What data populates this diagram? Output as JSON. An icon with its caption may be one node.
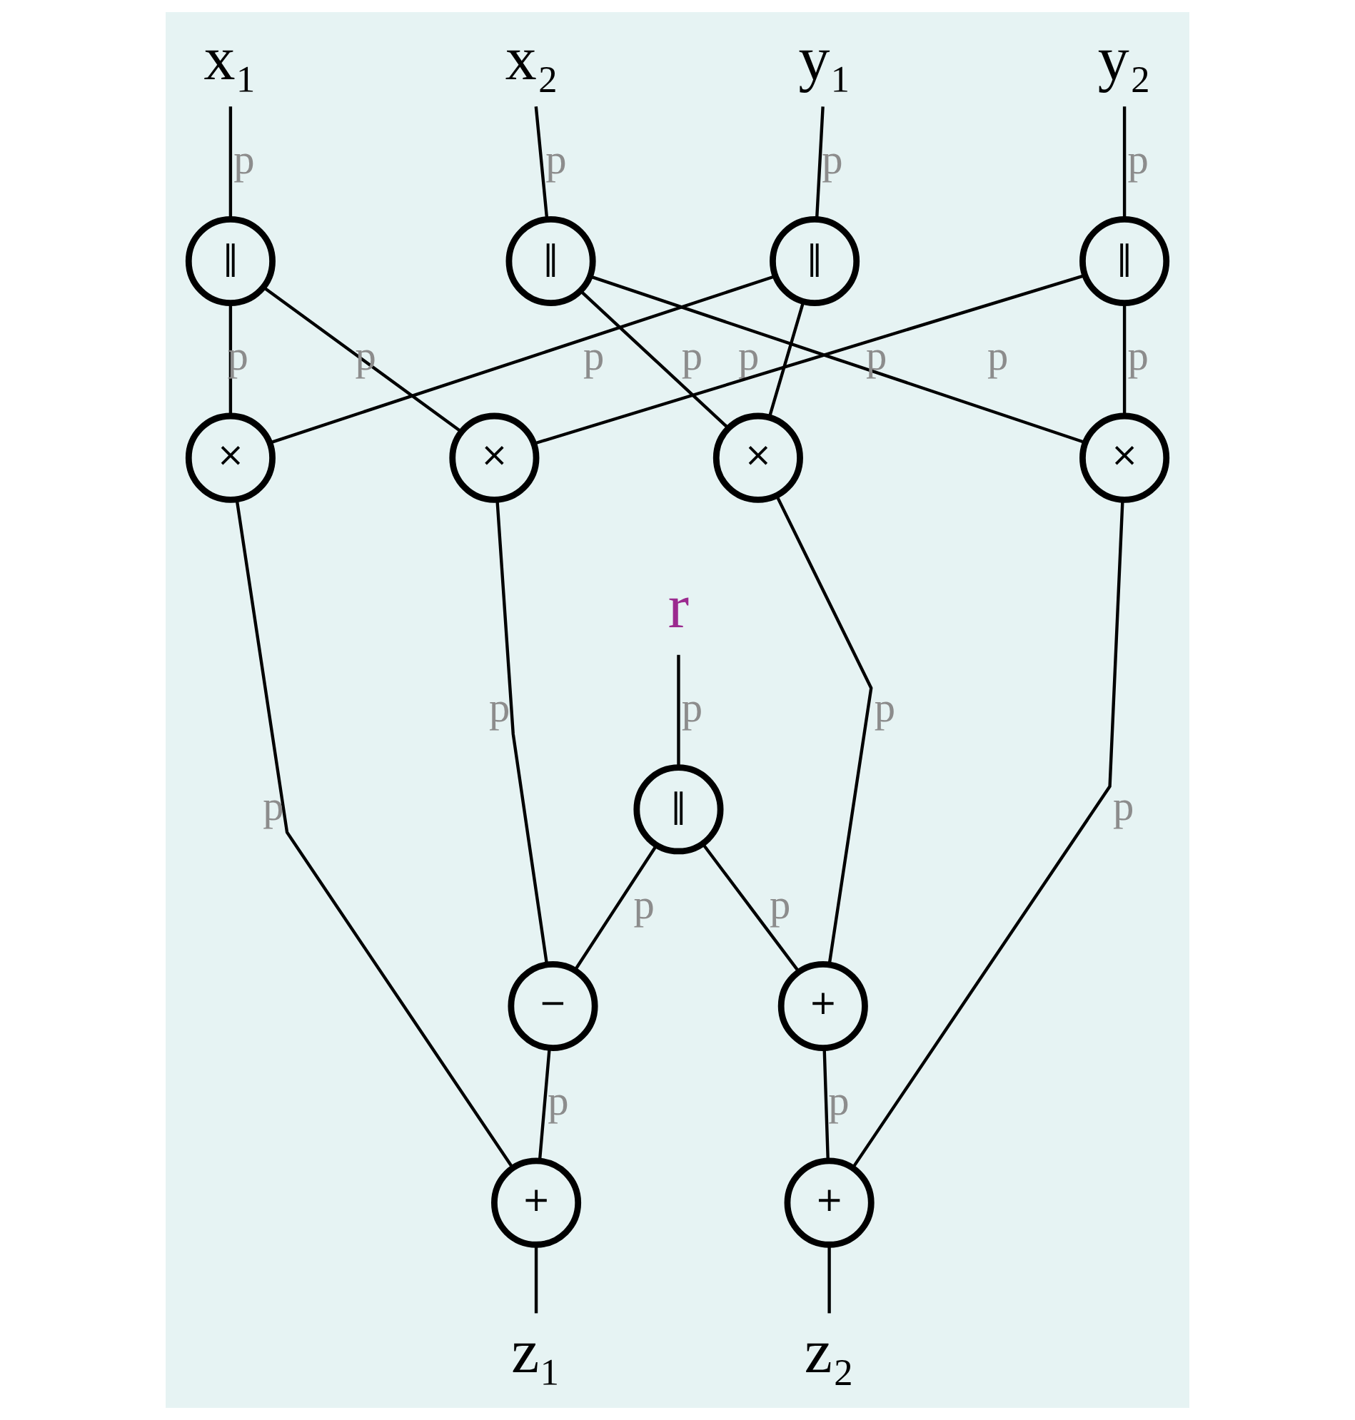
{
  "diagram": {
    "nodes": [
      {
        "text": [
          "x₁"
        ]
      },
      {
        "text": [
          "x₂"
        ]
      },
      {
        "text": [
          "y₁"
        ]
      },
      {
        "text": [
          "y₂"
        ]
      },
      {
        "text": [
          "‖"
        ]
      },
      {
        "text": [
          "‖"
        ]
      },
      {
        "text": [
          "‖"
        ]
      },
      {
        "text": [
          "‖"
        ]
      },
      {
        "text": [
          "×"
        ]
      },
      {
        "text": [
          "×"
        ]
      },
      {
        "text": [
          "×"
        ]
      },
      {
        "text": [
          "×"
        ]
      },
      {
        "text": [
          "r"
        ]
      },
      {
        "text": [
          "‖"
        ]
      },
      {
        "text": [
          "−"
        ]
      },
      {
        "text": [
          "+"
        ]
      },
      {
        "text": [
          "+"
        ]
      },
      {
        "text": [
          "+"
        ]
      },
      {
        "text": [
          "z₁"
        ]
      },
      {
        "text": [
          "z₂"
        ]
      }
    ],
    "edges": [
      {
        "from": 0,
        "to": 4,
        "arrow": "none",
        "label": "p"
      },
      {
        "from": 1,
        "to": 5,
        "arrow": "none",
        "label": "p"
      },
      {
        "from": 2,
        "to": 6,
        "arrow": "none",
        "label": "p"
      },
      {
        "from": 3,
        "to": 7,
        "arrow": "none",
        "label": "p"
      },
      {
        "from": 4,
        "to": 8,
        "arrow": "none",
        "label": "p"
      },
      {
        "from": 4,
        "to": 9,
        "arrow": "none",
        "label": "p"
      },
      {
        "from": 5,
        "to": 10,
        "arrow": "none",
        "label": "p"
      },
      {
        "from": 5,
        "to": 11,
        "arrow": "none",
        "label": "p"
      },
      {
        "from": 6,
        "to": 8,
        "arrow": "none",
        "label": "p"
      },
      {
        "from": 6,
        "to": 10,
        "arrow": "none",
        "label": "p"
      },
      {
        "from": 7,
        "to": 9,
        "arrow": "none",
        "label": "p"
      },
      {
        "from": 7,
        "to": 11,
        "arrow": "none",
        "label": "p"
      },
      {
        "from": 8,
        "to": 16,
        "arrow": "none",
        "label": "p"
      },
      {
        "from": 9,
        "to": 14,
        "arrow": "none",
        "label": "p"
      },
      {
        "from": 10,
        "to": 15,
        "arrow": "none",
        "label": "p"
      },
      {
        "from": 11,
        "to": 17,
        "arrow": "none",
        "label": "p"
      },
      {
        "from": 12,
        "to": 13,
        "arrow": "none",
        "label": "p"
      },
      {
        "from": 13,
        "to": 14,
        "arrow": "none",
        "label": "p"
      },
      {
        "from": 13,
        "to": 15,
        "arrow": "none",
        "label": "p"
      },
      {
        "from": 14,
        "to": 16,
        "arrow": "none",
        "label": "p"
      },
      {
        "from": 15,
        "to": 17,
        "arrow": "none",
        "label": "p"
      },
      {
        "from": 16,
        "to": 18,
        "arrow": "none"
      },
      {
        "from": 17,
        "to": 19,
        "arrow": "none"
      }
    ]
  }
}
